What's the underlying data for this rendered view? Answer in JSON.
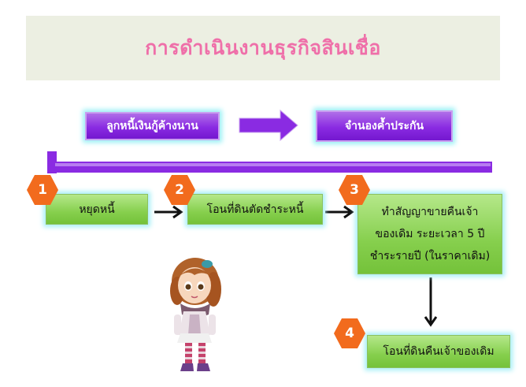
{
  "title": "การดำเนินงานธุรกิจสินเชื่อ",
  "top_row": {
    "left_box": "ลูกหนี้เงินกู้ค้างนาน",
    "right_box": "จำนองค้ำประกัน"
  },
  "steps": [
    {
      "number": "1",
      "label": "หยุดหนี้"
    },
    {
      "number": "2",
      "label": "โอนที่ดินตัดชำระหนี้"
    },
    {
      "number": "3",
      "lines": [
        "ทำสัญญาขายคืนเจ้า",
        "ของเดิม ระยะเวลา 5 ปี",
        "ชำระรายปี (ในราคาเดิม)"
      ]
    },
    {
      "number": "4",
      "label": "โอนที่ดินคืนเจ้าของเดิม"
    }
  ],
  "colors": {
    "title": "#ef6fa9",
    "purple": "#8a2be2",
    "green": "#86cf4d",
    "badge": "#f26b1d",
    "glow": "#9af0f5"
  }
}
